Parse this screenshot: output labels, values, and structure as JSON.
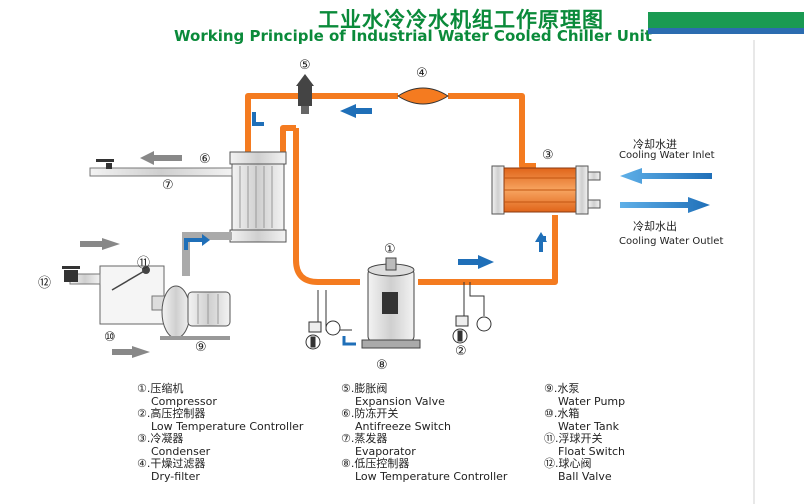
{
  "title": {
    "cn": "工业水冷冷水机组工作原理图",
    "en": "Working Principle of Industrial Water Cooled Chiller Unit"
  },
  "markers": [
    "①",
    "②",
    "③",
    "④",
    "⑤",
    "⑥",
    "⑦",
    "⑧",
    "⑨",
    "⑩",
    "⑪",
    "⑫"
  ],
  "water_labels": {
    "inlet_cn": "冷却水进",
    "inlet_en": "Cooling Water Inlet",
    "outlet_cn": "冷却水出",
    "outlet_en": "Cooling Water Outlet"
  },
  "legend": [
    {
      "num": "①.",
      "cn": "压缩机",
      "en": "Compressor"
    },
    {
      "num": "②.",
      "cn": "高压控制器",
      "en": "Low Temperature Controller"
    },
    {
      "num": "③.",
      "cn": "冷凝器",
      "en": "Condenser"
    },
    {
      "num": "④.",
      "cn": "干燥过滤器",
      "en": "Dry-filter"
    },
    {
      "num": "⑤.",
      "cn": "膨胀阀",
      "en": "Expansion Valve"
    },
    {
      "num": "⑥.",
      "cn": "防冻开关",
      "en": "Antifreeze Switch"
    },
    {
      "num": "⑦.",
      "cn": "蒸发器",
      "en": "Evaporator"
    },
    {
      "num": "⑧.",
      "cn": "低压控制器",
      "en": "Low Temperature Controller"
    },
    {
      "num": "⑨.",
      "cn": "水泵",
      "en": "Water Pump"
    },
    {
      "num": "⑩.",
      "cn": "水箱",
      "en": "Water Tank"
    },
    {
      "num": "⑪.",
      "cn": "浮球开关",
      "en": "Float Switch"
    },
    {
      "num": "⑫.",
      "cn": "球心阀",
      "en": "Ball Valve"
    }
  ],
  "colors": {
    "refrigerant_pipe": "#f47b20",
    "water_arrow": "#1f6fb8",
    "gray_arrow": "#888888",
    "title_green": "#0a8a3a"
  }
}
